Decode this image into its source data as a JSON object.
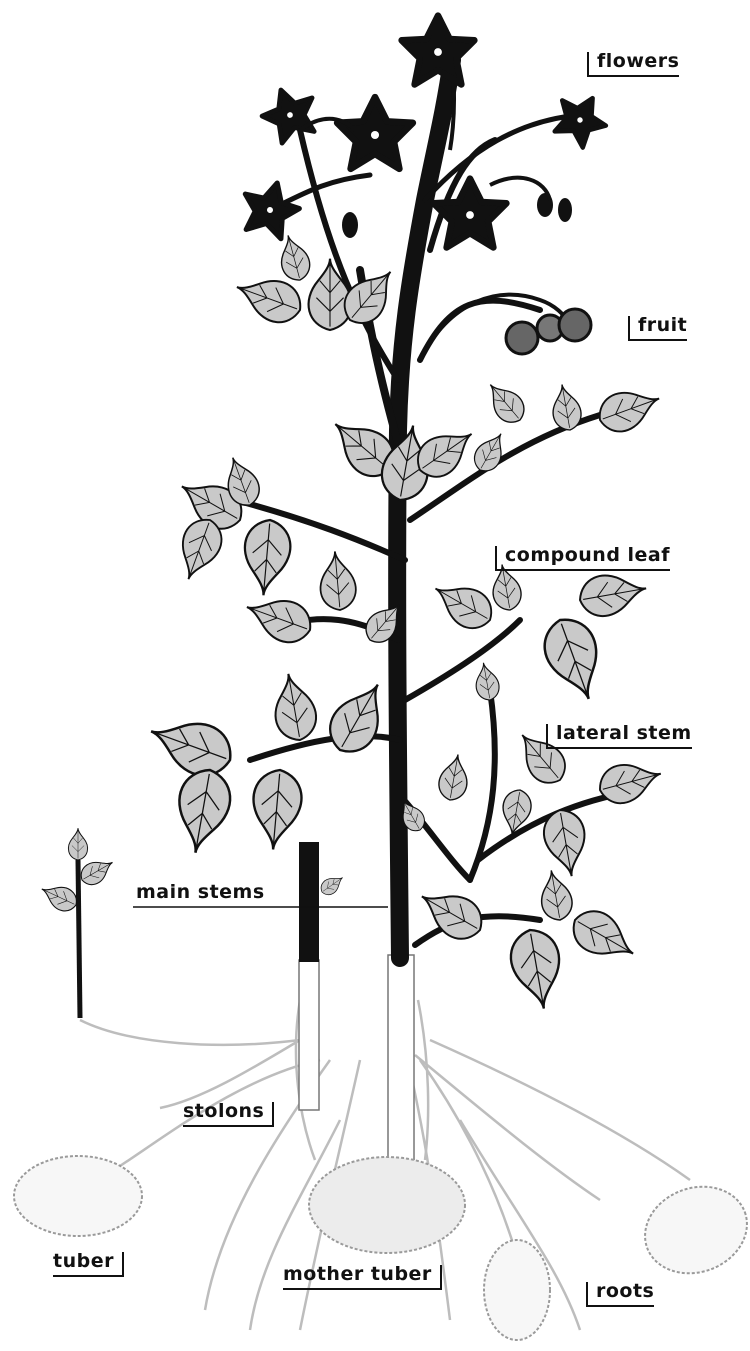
{
  "labels": {
    "flowers": "flowers",
    "fruit": "fruit",
    "compound_leaf": "compound leaf",
    "lateral_stem": "lateral stem",
    "main_stems": "main stems",
    "stolons": "stolons",
    "tuber": "tuber",
    "mother_tuber": "mother tuber",
    "roots": "roots"
  },
  "colors": {
    "ink": "#111111",
    "leaf_fill": "#c9c9c9",
    "underground": "#bdbdbd",
    "background": "#ffffff"
  }
}
